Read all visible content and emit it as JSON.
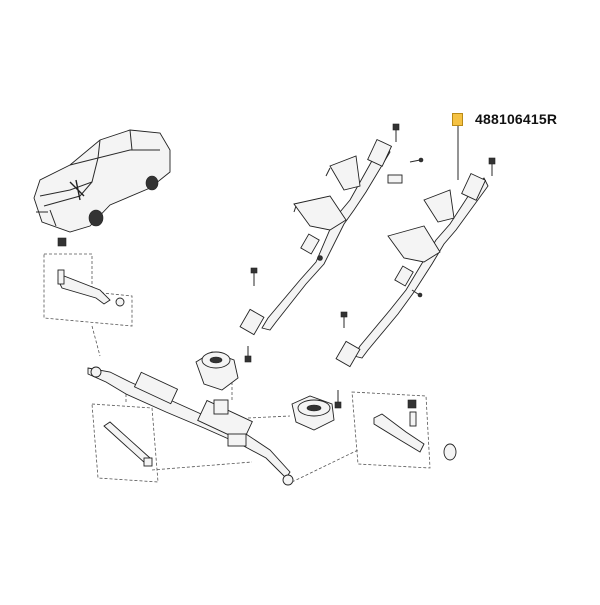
{
  "callout": {
    "part_number": "488106415R",
    "marker_color": "#f5c243"
  },
  "illustration": {
    "items": [
      "car",
      "steering-column-left",
      "steering-column-right",
      "steering-rack",
      "tie-rod-end-left",
      "tie-rod-end-right",
      "inner-tie-rod",
      "rack-mount-bushing"
    ]
  }
}
